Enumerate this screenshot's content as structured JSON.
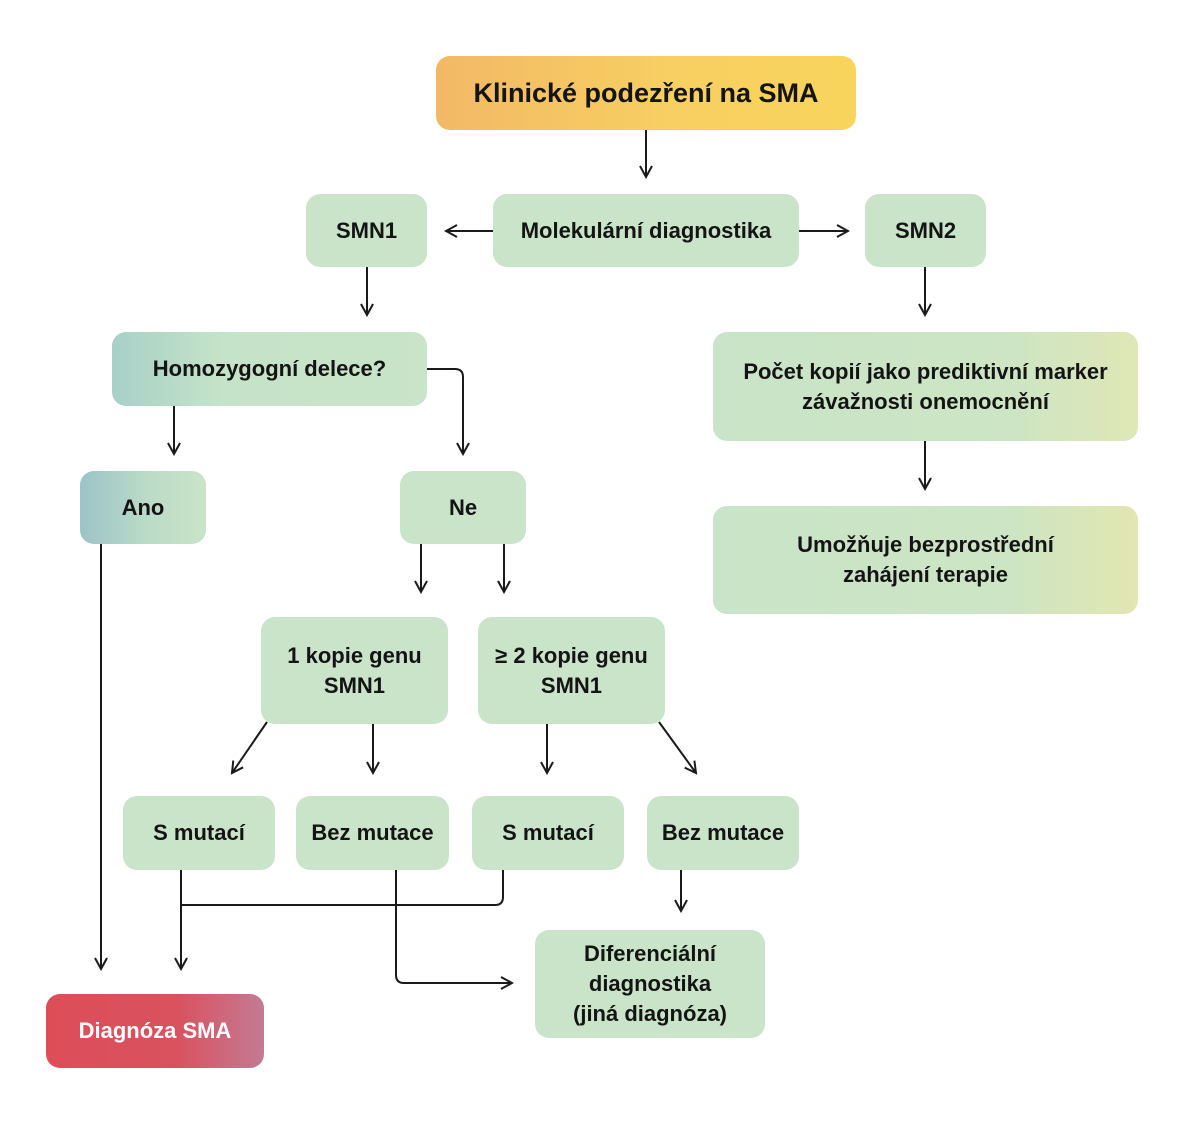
{
  "nodes": {
    "start": {
      "lines": [
        "Klinické podezření na SMA"
      ]
    },
    "molecular": {
      "lines": [
        "Molekulární diagnostika"
      ]
    },
    "smn1": {
      "lines": [
        "SMN1"
      ]
    },
    "smn2": {
      "lines": [
        "SMN2"
      ]
    },
    "homozygous": {
      "lines": [
        "Homozygogní delece?"
      ]
    },
    "yes": {
      "lines": [
        "Ano"
      ]
    },
    "no": {
      "lines": [
        "Ne"
      ]
    },
    "one_copy": {
      "lines": [
        "1 kopie genu",
        "SMN1"
      ]
    },
    "two_copies": {
      "lines": [
        "≥ 2 kopie genu",
        "SMN1"
      ]
    },
    "with_mutation_1": {
      "lines": [
        "S mutací"
      ]
    },
    "without_mutation_1": {
      "lines": [
        "Bez mutace"
      ]
    },
    "with_mutation_2": {
      "lines": [
        "S mutací"
      ]
    },
    "without_mutation_2": {
      "lines": [
        "Bez mutace"
      ]
    },
    "copy_number": {
      "lines": [
        "Počet kopií jako prediktivní marker",
        "závažnosti onemocnění"
      ]
    },
    "therapy": {
      "lines": [
        "Umožňuje bezprostřední",
        "zahájení terapie"
      ]
    },
    "differential": {
      "lines": [
        "Diferenciální",
        "diagnostika",
        "(jiná diagnóza)"
      ]
    },
    "diagnosis": {
      "lines": [
        "Diagnóza SMA"
      ]
    }
  },
  "colors": {
    "box_fill": "#c9e4c8",
    "start_fill": "#f7cf62",
    "diagnosis_fill": "#dd4d57",
    "arrow": "#1a1a1a"
  }
}
